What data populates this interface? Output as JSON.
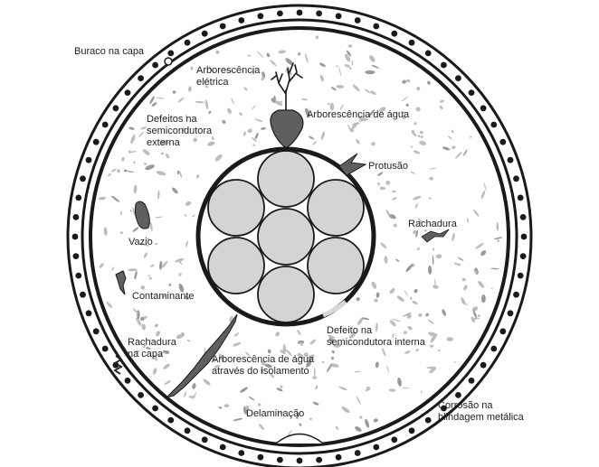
{
  "diagram": {
    "colors": {
      "outline": "#1a1a1a",
      "defect_fill": "#5f5f5f",
      "conductor_fill": "#d4d4d4",
      "speckle": "#bdbdbd"
    },
    "labels": {
      "jacket_hole": "Buraco na capa",
      "electrical_tree": [
        "Arborescência",
        "elétrica"
      ],
      "water_tree": "Arborescência de água",
      "outer_semicon_defects": [
        "Defeitos na",
        "semicondutora",
        "externa"
      ],
      "protrusion": "Protusão",
      "crack": "Rachadura",
      "void": "Vazio",
      "contaminant": "Contaminante",
      "jacket_crack": [
        "Rachadura",
        "na capa"
      ],
      "inner_semicon_defect": [
        "Defeito na",
        "semicondutora interna"
      ],
      "water_tree_through": [
        "Arborescência de água",
        "através do isolamento"
      ],
      "delamination": "Delaminação",
      "shield_corrosion": [
        "Corrosão na",
        "blindagem metálica"
      ]
    }
  }
}
